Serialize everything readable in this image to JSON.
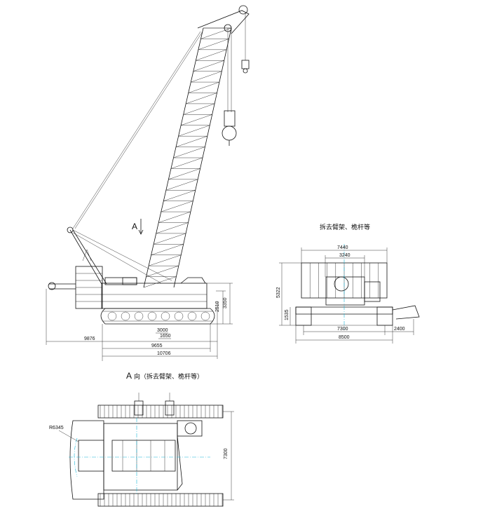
{
  "side_view": {
    "view_mark": "A",
    "dims": {
      "d9876": "9876",
      "d9655": "9655",
      "d10706": "10706",
      "d1650": "1650",
      "d3000": "3000",
      "d2510": "2510",
      "d3350": "3350"
    }
  },
  "rear_view": {
    "caption": "拆去臂架、桅杆等",
    "dims": {
      "d7440": "7440",
      "d3240": "3240",
      "d5322": "5322",
      "d1535": "1535",
      "d7300": "7300",
      "d2400": "2400",
      "d8500": "8500"
    }
  },
  "top_view": {
    "caption_mark": "A",
    "caption_text": "向（拆去臂架、桅杆等）",
    "dims": {
      "r6345": "R6345",
      "d7300": "7300"
    }
  }
}
